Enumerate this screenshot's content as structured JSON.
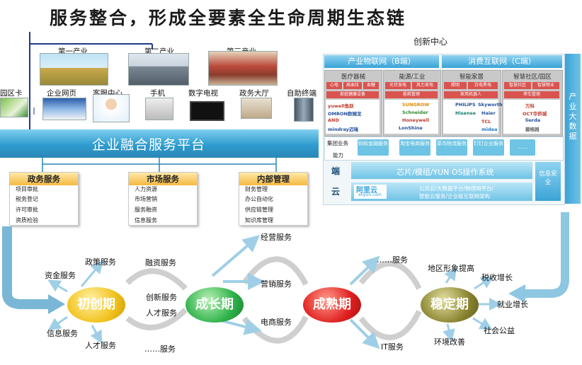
{
  "title": "服务整合，形成全要素全生命周期生态链",
  "industries": [
    "第一产业",
    "第二产业",
    "第三产业"
  ],
  "terminals": [
    "园区卡",
    "企业网页",
    "客服中心",
    "手机",
    "数字电视",
    "政务大厅",
    "自助终端"
  ],
  "platform": "企业融合服务平台",
  "service_boxes": [
    {
      "title": "政务服务",
      "items": [
        "项目审批",
        "税务登记",
        "许可审批",
        "资质检验"
      ]
    },
    {
      "title": "市场服务",
      "items": [
        "人力资源",
        "市场营销",
        "服务融资",
        "信息服务"
      ]
    },
    {
      "title": "内部管理",
      "items": [
        "财务管理",
        "办公自动化",
        "供应链管理",
        "知识库管理"
      ]
    }
  ],
  "innovation": {
    "title": "创新中心",
    "iot_b": "产业物联网（B端）",
    "consumer_c": "消费互联网（C端）",
    "side": "产业大数据",
    "sectors": [
      {
        "name": "医疗器械",
        "tags": [
          "心电",
          "高血压",
          "血糖",
          "家庭健康设备"
        ],
        "logos": [
          "yuwell鱼跃",
          "OMRON欧姆龙",
          "AND",
          "mindray迈瑞"
        ]
      },
      {
        "name": "能源/工业",
        "tags": [
          "光伏发电",
          "风力发电",
          "能耗管理"
        ],
        "logos": [
          "SUNGROW",
          "Schneider",
          "Honeywell",
          "LonShine"
        ]
      },
      {
        "name": "智能家居",
        "tags": [
          "照明",
          "白电黑电",
          "家用机器人"
        ],
        "logos": [
          "PHILIPS",
          "Skyworth",
          "Hisense",
          "Haier",
          "TCL",
          "midea"
        ]
      },
      {
        "name": "智慧社区/园区",
        "tags": [
          "智慧社区",
          "智慧物业",
          "停车管理"
        ],
        "logos": [
          "万科",
          "OCT华侨城",
          "lierda",
          "碧桂园"
        ]
      }
    ],
    "biz_label": "集团业务",
    "ability_label": "能力",
    "biz_items": [
      "蚂蚁金融服务",
      "淘宝电商服务",
      "菜鸟物流服务",
      "钉钉企业服务",
      "……"
    ],
    "end_label": "端",
    "chip": "芯片/模组/YUN OS操作系统",
    "cloud_label": "云",
    "aliyun": "阿里云",
    "aliyun_url": "aliyun.com",
    "cloud_desc1": "公共云/大数据平台/物理网平台/",
    "cloud_desc2": "智能云服务/企业级互联网架构",
    "security": "信息安全"
  },
  "stages": {
    "s1": "初创期",
    "s2": "成长期",
    "s3": "成熟期",
    "s4": "稳定期"
  },
  "stage_services": {
    "s1": [
      "政策服务",
      "资金服务",
      "信息服务",
      "人才服务"
    ],
    "s1_s2": [
      "融资服务",
      "创新服务",
      "人才服务",
      "……服务"
    ],
    "s2_s3": [
      "经营服务",
      "营销服务",
      "电商服务"
    ],
    "s3_s4": [
      "……服务",
      "IT服务"
    ],
    "s4": [
      "地区形象提高",
      "税收增长",
      "就业增长",
      "社会公益",
      "环境改善"
    ]
  },
  "colors": {
    "s1": "#f2c21b",
    "s2": "#2eb24a",
    "s3": "#e02020",
    "s4": "#8a8530",
    "arrow": "#9fcfe6"
  }
}
